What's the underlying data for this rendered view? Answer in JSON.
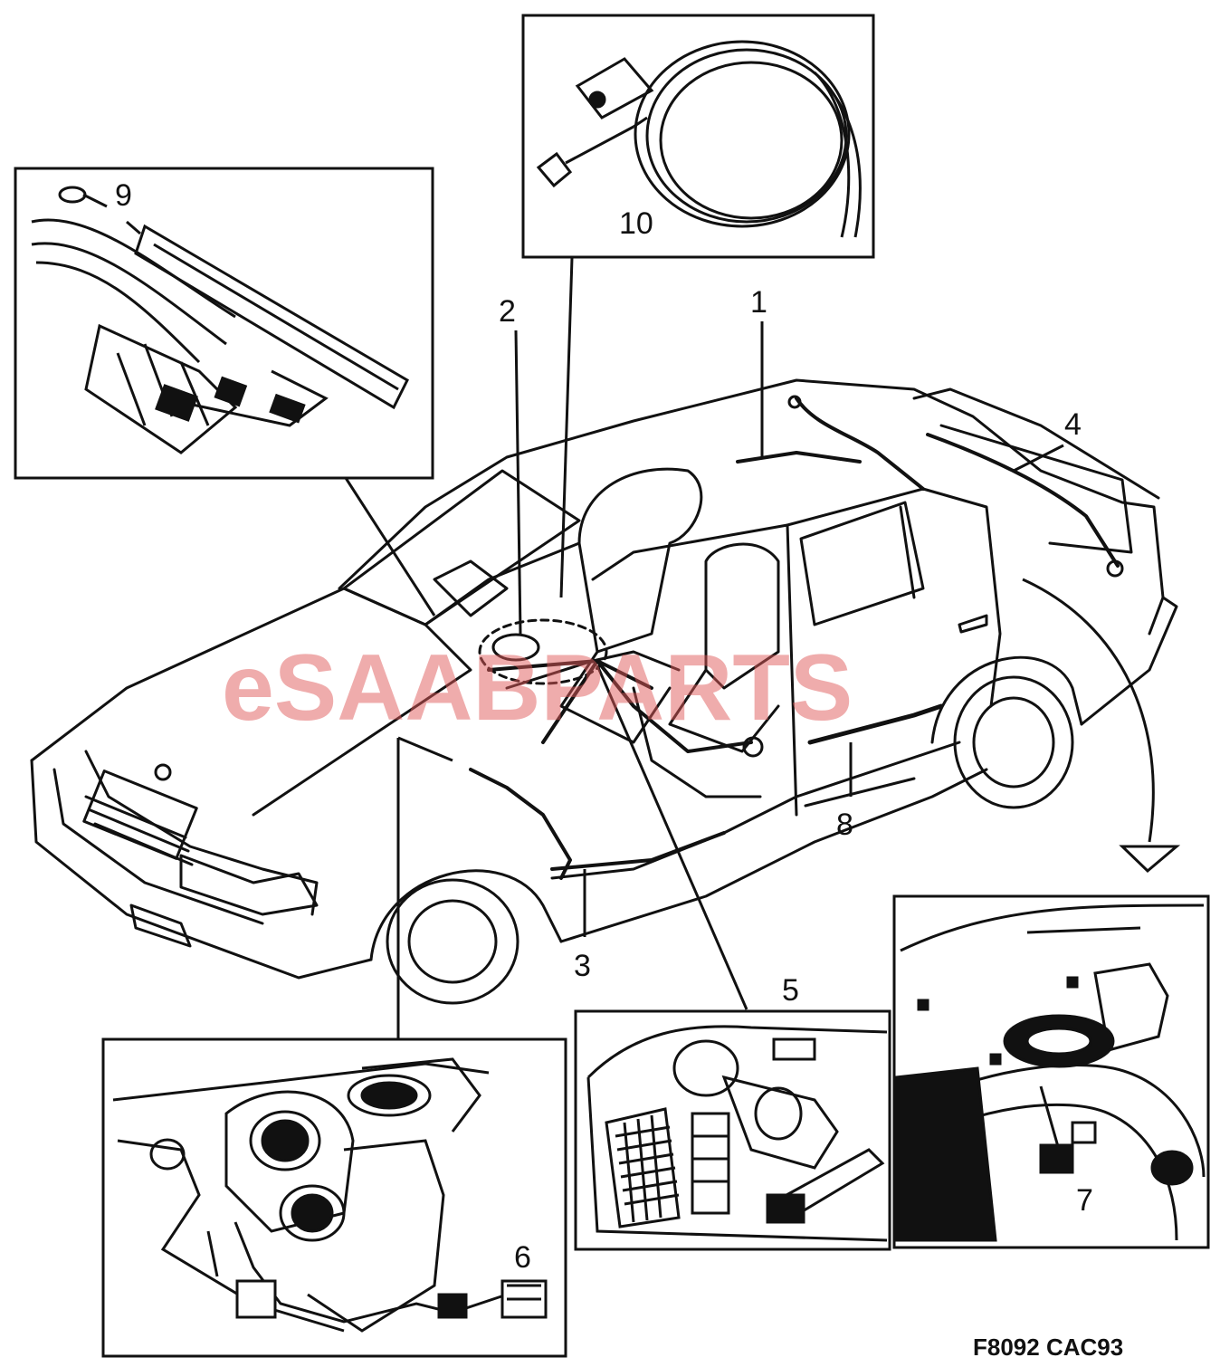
{
  "callouts": {
    "c1": "1",
    "c2": "2",
    "c3": "3",
    "c4": "4",
    "c5": "5",
    "c6": "6",
    "c7": "7",
    "c8": "8",
    "c9": "9",
    "c10": "10"
  },
  "diagram_code": "F8092 CAC93",
  "watermark": {
    "prefix": "e",
    "middle": "SAAB",
    "suffix": "PARTS"
  },
  "colors": {
    "line": "#111111",
    "watermark": "#e05a5a",
    "background": "#ffffff"
  }
}
